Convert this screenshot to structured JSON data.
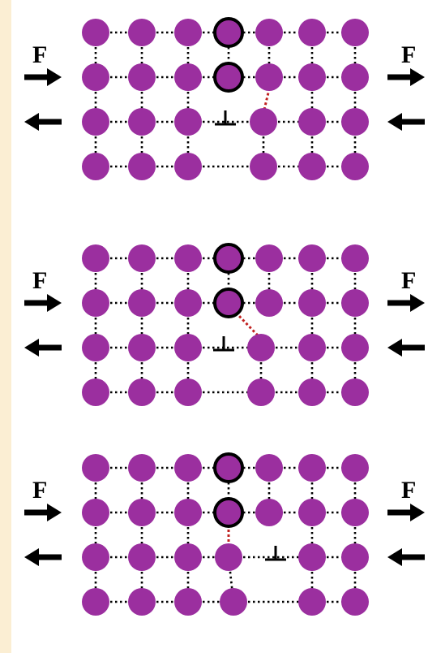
{
  "colors": {
    "background": "#fbeed3",
    "panel": "#ffffff",
    "atom": "#9b2f9f",
    "bond": "#000000",
    "broken_bond": "#c0201f",
    "arrow": "#000000"
  },
  "panels": [
    {
      "id": "stage-1",
      "left_label": "F",
      "right_label": "F",
      "dislocation_symbol": "⊥"
    },
    {
      "id": "stage-2",
      "left_label": "F",
      "right_label": "F",
      "dislocation_symbol": "⊥"
    },
    {
      "id": "stage-3",
      "left_label": "F",
      "right_label": "F",
      "dislocation_symbol": "⊥"
    }
  ]
}
